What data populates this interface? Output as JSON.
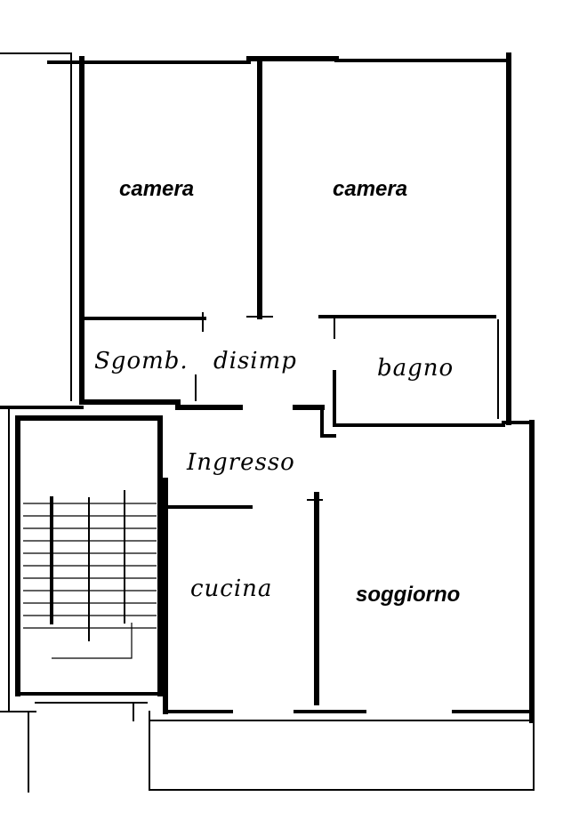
{
  "rooms": {
    "camera_left": "camera",
    "camera_right": "camera",
    "sgomb": "Sgomb.",
    "disimp": "disimp",
    "bagno": "bagno",
    "ingresso": "Ingresso",
    "cucina": "cucina",
    "soggiorno": "soggiorno"
  }
}
